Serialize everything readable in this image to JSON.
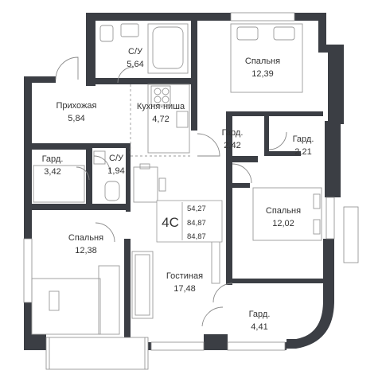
{
  "plan": {
    "rooms": [
      {
        "id": "bath1",
        "name": "С/У",
        "area": "5,64"
      },
      {
        "id": "bed1",
        "name": "Спальня",
        "area": "12,39"
      },
      {
        "id": "hall",
        "name": "Прихожая",
        "area": "5,84"
      },
      {
        "id": "kitchen",
        "name": "Кухня-ниша",
        "area": "4,72"
      },
      {
        "id": "ward1",
        "name": "Гард.",
        "area": "2,42"
      },
      {
        "id": "ward2",
        "name": "Гард.",
        "area": "2,21"
      },
      {
        "id": "ward3",
        "name": "Гард.",
        "area": "3,42"
      },
      {
        "id": "bath2",
        "name": "С/У",
        "area": "1,94"
      },
      {
        "id": "bed2",
        "name": "Спальня",
        "area": "12,02"
      },
      {
        "id": "bed3",
        "name": "Спальня",
        "area": "12,38"
      },
      {
        "id": "living",
        "name": "Гостиная",
        "area": "17,48"
      },
      {
        "id": "ward4",
        "name": "Гард.",
        "area": "4,41"
      }
    ],
    "badge": {
      "code": "4С",
      "values": [
        "54,27",
        "84,87",
        "84,87"
      ]
    },
    "colors": {
      "wall": "#3b3e44",
      "fixture": "#9a9a9a",
      "text": "#333333"
    }
  }
}
